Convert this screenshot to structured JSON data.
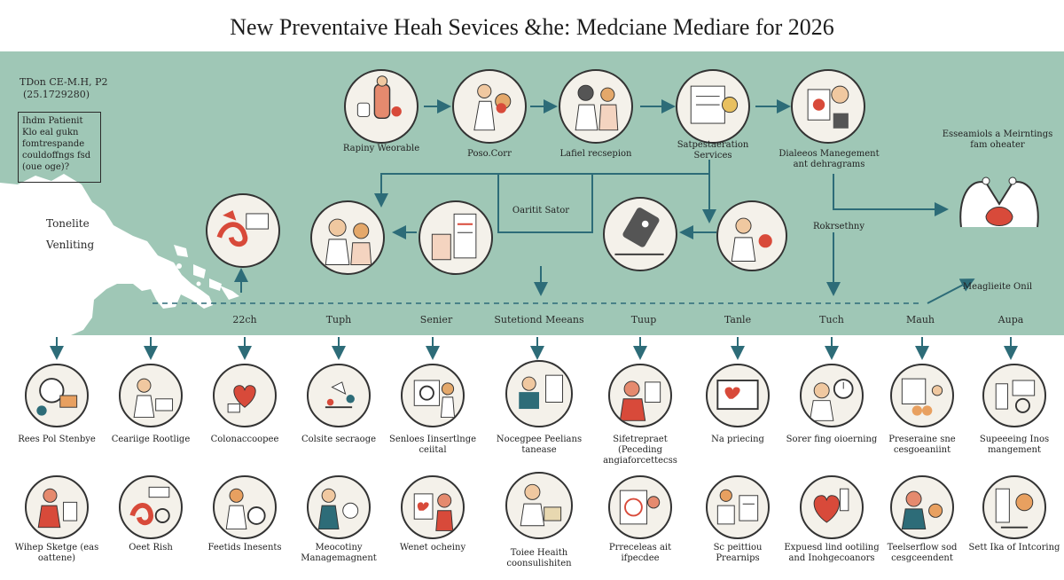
{
  "title": "New Preventaive Heah Sevices &he: Medciane Mediare for 2026",
  "left_panel": {
    "code": "TDon CE-M.H, P2",
    "date": "(25.1729280)",
    "note": "Ihdm Patienit Klo eal gukn fomtrespande couldoffngs fsd (oue oge)?",
    "region": "Tonelite Venliting"
  },
  "flow_labels": {
    "step1": "Rapiny Weorable",
    "step2": "Poso.Corr",
    "step3": "Lafiel recsepion",
    "step4": "Satpestaeration Services",
    "step5": "Dialeeos Manegement ant dehragrams",
    "right": "Esseamiols a Meirntings fam oheater",
    "center": "Oaritit Sator",
    "rokr": "Rokrsethny",
    "meng": "Meaglieite Onil"
  },
  "row_headers": [
    "22ch",
    "Tuph",
    "Senier",
    "Sutetiond Meeans",
    "Tuup",
    "Tanle",
    "Tuch",
    "Mauh",
    "Aupa"
  ],
  "grid_row1": [
    "Rees Pol Stenbye",
    "Ceariige Rootlige",
    "Colonaccoopee",
    "Colsite secraoge",
    "Senloes Iinsertlnge ceiital",
    "Nocegpee Peelians tanease",
    "Sifetrepraet (Peceding angiaforcettecss",
    "Na priecing",
    "Sorer fing oioerning",
    "Preseraine sne cesgoeaniint",
    "Supeeeing Inos mangement"
  ],
  "grid_row2": [
    "Wihep Sketge (eas oattene)",
    "Oeet Rish",
    "Feetids Inesents",
    "Meocotiny Managemagnent",
    "Wenet ocheiny",
    "Toiee Heaith coonsulishiten",
    "Prreceleas ait ifpecdee",
    "Sc peittiou Prearnips",
    "Expuesd lind ootiling and Inohgecoanors",
    "Teelserflow sod cesgceendent",
    "Sett Ika of Intcoring"
  ]
}
